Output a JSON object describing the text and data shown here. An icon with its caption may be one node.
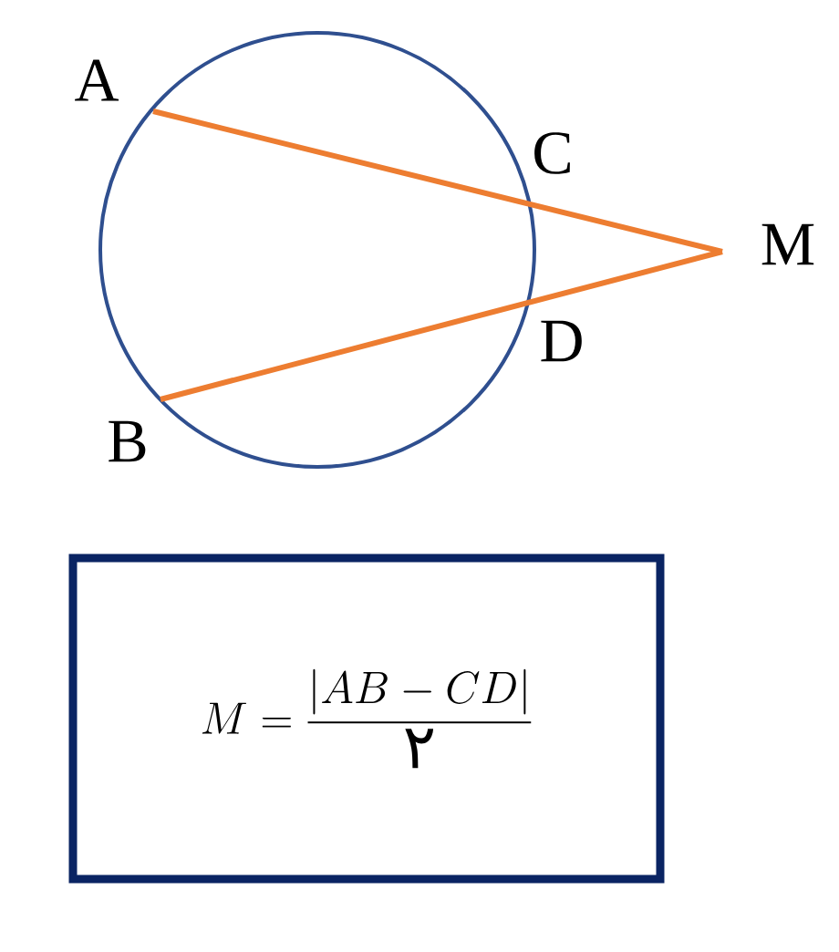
{
  "diagram": {
    "nodes": [
      {
        "text": [
          "A"
        ]
      },
      {
        "text": [
          "M"
        ]
      },
      {
        "text": [
          "B"
        ]
      },
      {
        "text": [
          "M=\\frac{\\left|AB-CD\\right|}{\\text{٢}}"
        ]
      }
    ],
    "edges": [
      {
        "from": 0,
        "to": 1,
        "arrow": "none"
      },
      {
        "from": 2,
        "to": 1,
        "arrow": "none"
      }
    ],
    "labels": [
      "C",
      "D"
    ]
  }
}
